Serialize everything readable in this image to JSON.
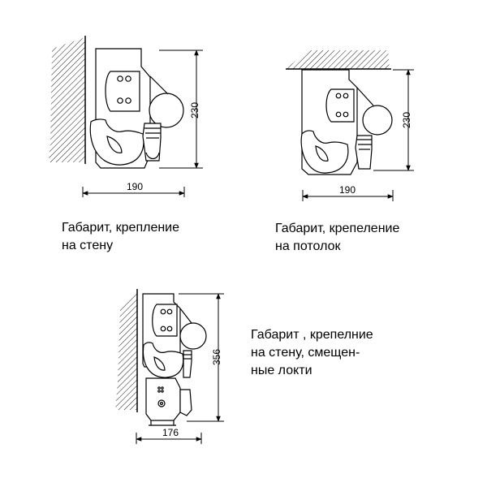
{
  "colors": {
    "line": "#000000",
    "hatch": "#000000",
    "background": "#ffffff",
    "fixture_fill": "#ffffff"
  },
  "views": [
    {
      "id": "wall",
      "caption": [
        "Габарит, крепление",
        "на стену"
      ],
      "dimensions": {
        "width": "190",
        "height": "230"
      }
    },
    {
      "id": "ceiling",
      "caption": [
        "Габарит, крепеление",
        "на потолок"
      ],
      "dimensions": {
        "width": "190",
        "height": "230"
      }
    },
    {
      "id": "wall-offset",
      "caption": [
        "Габарит , крепелние",
        "на стену, смещен-",
        "ные локти"
      ],
      "dimensions": {
        "width": "176",
        "height": "356"
      }
    }
  ]
}
